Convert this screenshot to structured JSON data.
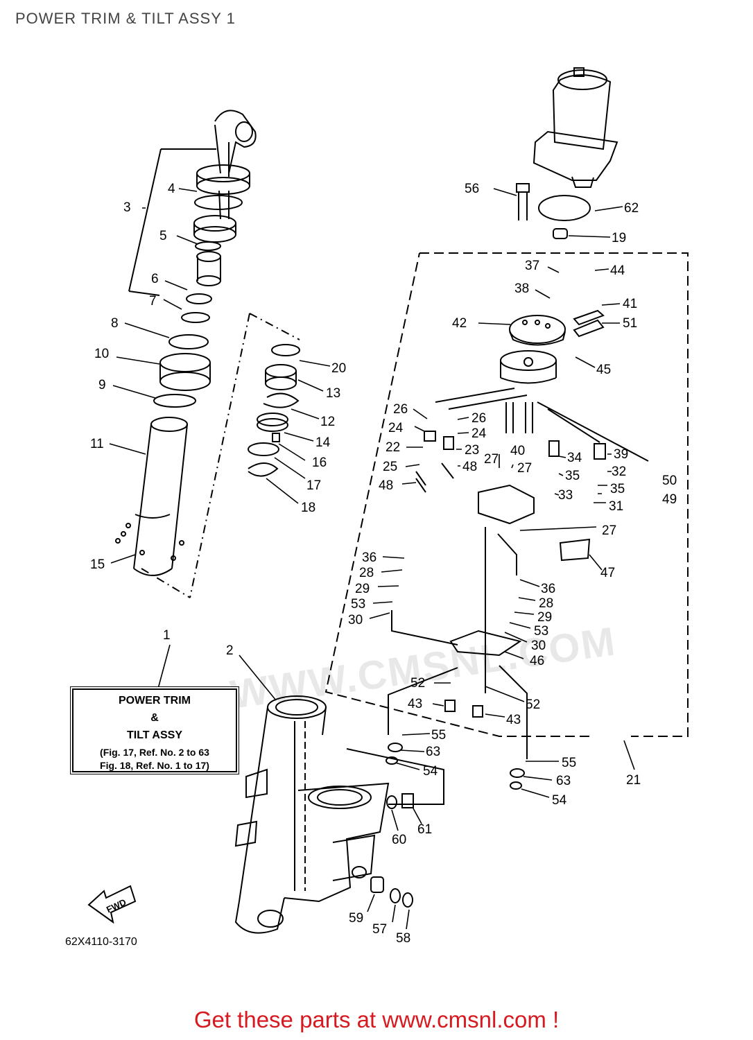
{
  "header": {
    "title": "POWER TRIM & TILT ASSY 1"
  },
  "legend": {
    "line1": "POWER TRIM",
    "line2": "&",
    "line3": "TILT ASSY",
    "ref1": "(Fig. 17, Ref. No. 2 to 63",
    "ref2": "Fig. 18, Ref. No. 1 to 17)"
  },
  "watermark_text": "WWW.CMSNL.COM",
  "fwd_label": "FWD",
  "part_code": "62X4110-3170",
  "promo": "Get these parts at www.cmsnl.com !",
  "callouts": [
    "1",
    "2",
    "3",
    "4",
    "5",
    "6",
    "7",
    "8",
    "9",
    "10",
    "11",
    "12",
    "13",
    "14",
    "15",
    "16",
    "17",
    "18",
    "19",
    "20",
    "21",
    "22",
    "23",
    "24",
    "25",
    "26",
    "27",
    "28",
    "29",
    "30",
    "31",
    "32",
    "33",
    "34",
    "35",
    "36",
    "37",
    "38",
    "39",
    "40",
    "41",
    "42",
    "43",
    "44",
    "45",
    "46",
    "47",
    "48",
    "49",
    "50",
    "51",
    "52",
    "53",
    "54",
    "55",
    "56",
    "57",
    "58",
    "59",
    "60",
    "61",
    "62",
    "63"
  ]
}
